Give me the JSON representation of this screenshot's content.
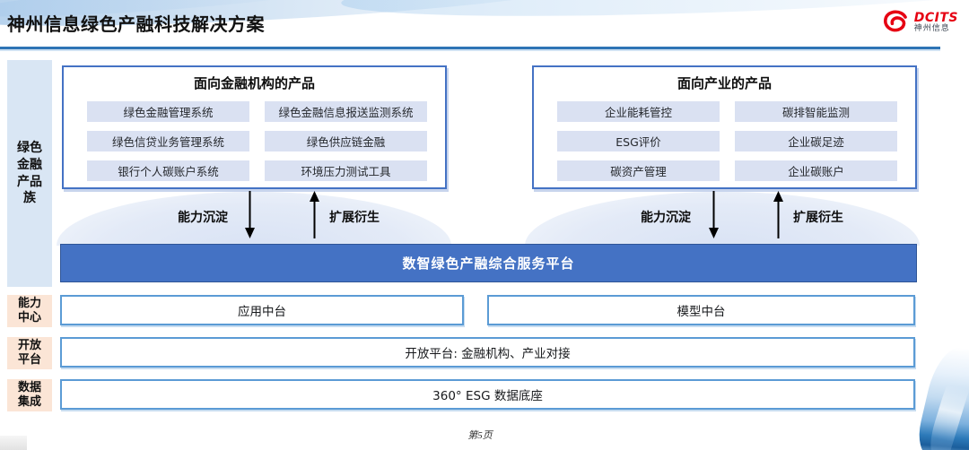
{
  "header": {
    "title": "神州信息绿色产融科技解决方案",
    "logo_brand": "DCITS",
    "logo_sub": "神州信息"
  },
  "colors": {
    "accent_blue": "#4472c4",
    "row_border_blue": "#5b9bd5",
    "rule_blue": "#2e74b5",
    "item_fill": "#dae1f2",
    "sidebar_blue": "#d9e6f4",
    "sidebar_peach": "#fbe5d6",
    "logo_red": "#e60012"
  },
  "sidebar": {
    "product_family_label": "绿色\n金融\n产品\n族",
    "capability_label": "能力\n中心",
    "open_platform_label": "开放\n平台",
    "data_integration_label": "数据\n集成"
  },
  "finance_products": {
    "title": "面向金融机构的产品",
    "items": [
      "绿色金融管理系统",
      "绿色金融信息报送监测系统",
      "绿色信贷业务管理系统",
      "绿色供应链金融",
      "银行个人碳账户系统",
      "环境压力测试工具"
    ]
  },
  "industry_products": {
    "title": "面向产业的产品",
    "items": [
      "企业能耗管控",
      "碳排智能监测",
      "ESG评价",
      "企业碳足迹",
      "碳资产管理",
      "企业碳账户"
    ]
  },
  "arrows": {
    "down_label": "能力沉淀",
    "up_label": "扩展衍生"
  },
  "platform": {
    "title": "数智绿色产融综合服务平台"
  },
  "capability_row": {
    "left": "应用中台",
    "right": "模型中台"
  },
  "open_platform_row": {
    "label": "开放平台: 金融机构、产业对接"
  },
  "data_row": {
    "label": "360° ESG 数据底座"
  },
  "footer": {
    "page_label": "第5页"
  }
}
